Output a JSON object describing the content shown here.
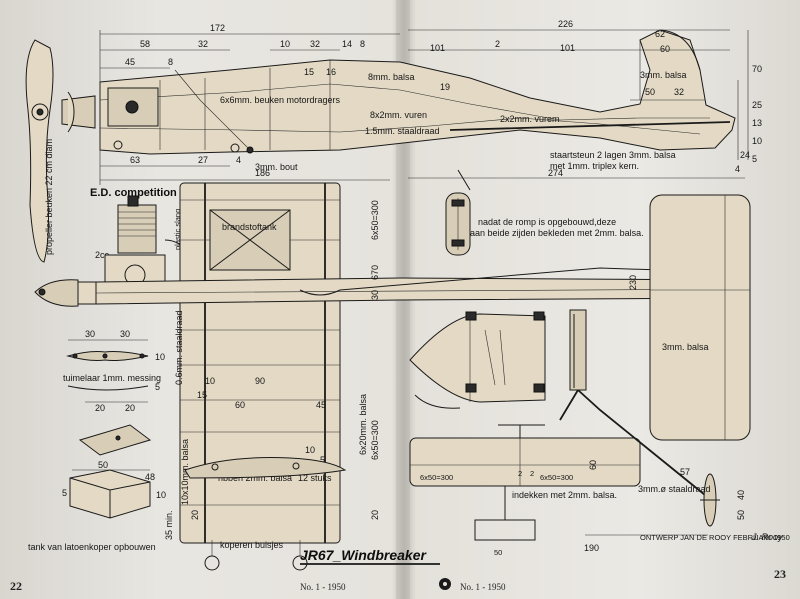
{
  "fuselage": {
    "dimensions": {
      "d172": "172",
      "d226": "226",
      "d58": "58",
      "d32a": "32",
      "d10a": "10",
      "d32b": "32",
      "d14": "14",
      "d8a": "8",
      "d101a": "101",
      "d2": "2",
      "d101b": "101",
      "d45": "45",
      "d8b": "8",
      "d15": "15",
      "d16": "16",
      "d19": "19",
      "d62": "62",
      "d60": "60",
      "d50": "50",
      "d32c": "32",
      "d70": "70",
      "d25": "25",
      "d10b": "10",
      "d13": "13",
      "d63": "63",
      "d27": "27",
      "d4": "4",
      "d186": "186",
      "d24": "24",
      "d5": "5",
      "d274": "274",
      "d4b": "4"
    },
    "notes": {
      "motor_mounts": "6x6mm. beuken motordragers",
      "balsa_8": "8mm. balsa",
      "balsa_3_fin": "3mm. balsa",
      "pine_8x2": "8x2mm. vuren",
      "pine_2x2": "2x2mm. vurem",
      "steel_wire": "1.5mm. staaldraad",
      "bolt": "3mm. bout",
      "tail_support": "staartsteun 2 lagen 3mm. balsa\nmet 1mm. triplex kern."
    }
  },
  "propeller": {
    "label": "propeller beuken 22 cm diam"
  },
  "engine": {
    "title": "E.D. competition special",
    "cc": "2cc",
    "hose": "plastic slang"
  },
  "wing": {
    "fuel_tank": "brandstoftank",
    "dims": {
      "d6x50a": "6x50=300",
      "d670": "670",
      "d30": "30",
      "d10": "10",
      "d90": "90",
      "d15": "15",
      "d60": "60",
      "d45": "45",
      "d6x20": "6x20mm. balsa",
      "d6x50b": "6x50=300",
      "d10b": "10",
      "d5": "5",
      "d20a": "20",
      "d20b": "20"
    },
    "notes": {
      "steel": "0.6mm. staaldraad",
      "spar": "10x10mm. balsa",
      "ribs": "ribben 2mm. balsa",
      "ribs_count": "12 stuks",
      "copper": "koperen buisjes",
      "min": "35 min."
    }
  },
  "rocker": {
    "d30a": "30",
    "d30b": "30",
    "d10": "10",
    "d5": "5",
    "d20a": "20",
    "d20b": "20",
    "label": "tuimelaar 1mm. messing"
  },
  "tank": {
    "d50": "50",
    "d48": "48",
    "d10": "10",
    "d5": "5",
    "label": "tank van latoenkoper opbouwen"
  },
  "center": {
    "cover_note": "nadat de romp is opgebouwd,deze\naan beide zijden bekleden met 2mm. balsa.",
    "d230": "230",
    "stab_dims": {
      "d50a": "6x50=300",
      "d50b": "6x50=300",
      "d2a": "2",
      "d2b": "2"
    },
    "tip_cover": "indekken met 2mm. balsa.",
    "gear_wire": "3mm.ø staaldraad",
    "d60": "60",
    "d57": "57",
    "d40": "40",
    "d50": "50",
    "d190": "190",
    "d50b": "50"
  },
  "tailplane": {
    "material": "3mm. balsa"
  },
  "title": "JR67_Windbreaker",
  "credit": "ONTWERP JAN DE ROOY FEBRUARI 1950",
  "signature": "J. Rooy",
  "footer": {
    "left_page": "22",
    "right_page": "23",
    "left_issue": "No. 1 - 1950",
    "right_issue": "No. 1 - 1950"
  },
  "colors": {
    "paper": "#e8e6e1",
    "ink": "#1a1a1a",
    "wood": "#e3d9c4"
  }
}
